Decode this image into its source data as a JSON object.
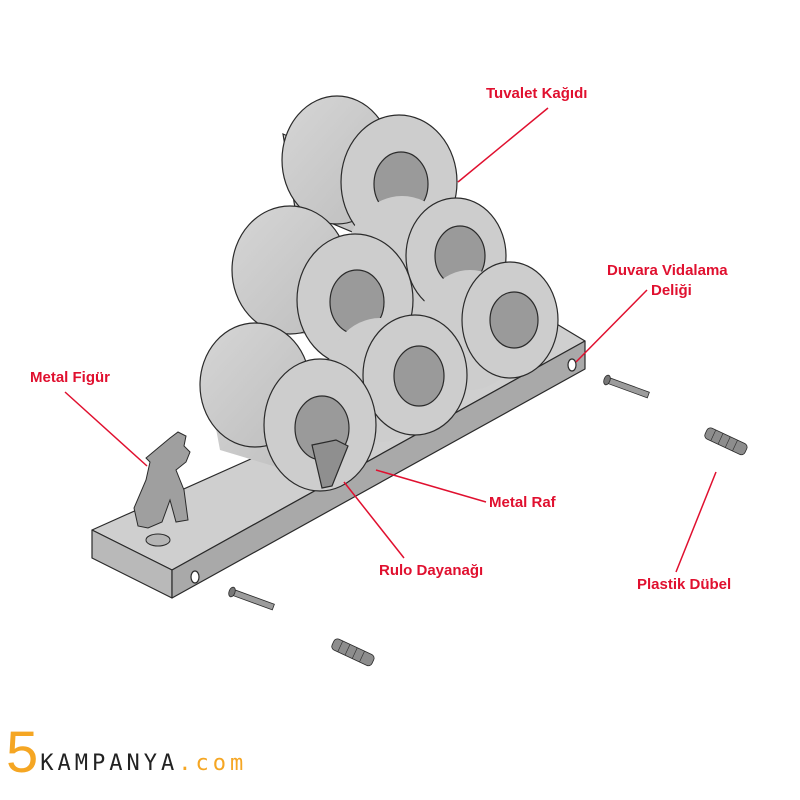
{
  "labels": {
    "toilet_paper": "Tuvalet Kağıdı",
    "wall_screw_hole_line1": "Duvara Vidalama",
    "wall_screw_hole_line2": "Deliği",
    "metal_figure": "Metal Figür",
    "metal_shelf": "Metal Raf",
    "roll_stopper": "Rulo Dayanağı",
    "plastic_dowel": "Plastik Dübel"
  },
  "logo": {
    "digit": "5",
    "name": "KAMPANYA",
    "tld": ".com"
  },
  "colors": {
    "callout": "#e0102f",
    "logo_accent": "#f5a623",
    "part_fill": "#c8c8c8",
    "part_edge": "#2a2a2a"
  }
}
